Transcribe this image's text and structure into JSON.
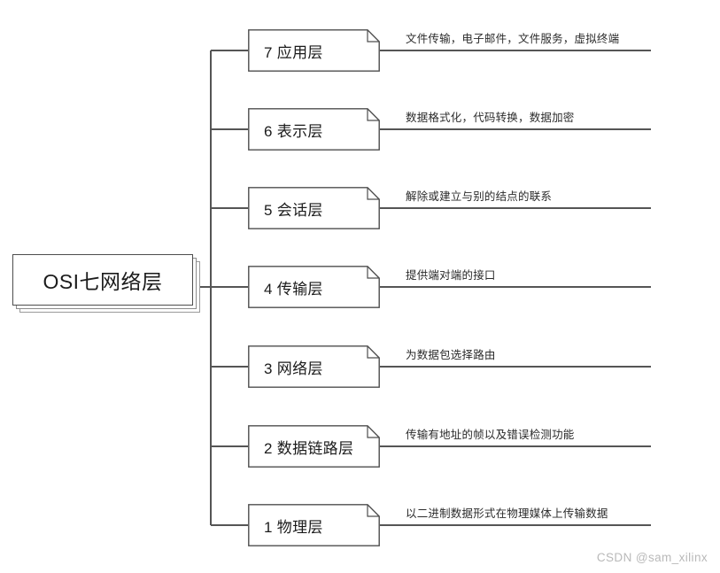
{
  "diagram": {
    "type": "mind-map",
    "root": {
      "label": "OSI七网络层"
    },
    "layers": [
      {
        "number": "7",
        "name": "应用层",
        "title": "7 应用层",
        "description": "文件传输，电子邮件，文件服务，虚拟终端"
      },
      {
        "number": "6",
        "name": "表示层",
        "title": "6 表示层",
        "description": "数据格式化，代码转换，数据加密"
      },
      {
        "number": "5",
        "name": "会话层",
        "title": "5 会话层",
        "description": "解除或建立与别的结点的联系"
      },
      {
        "number": "4",
        "name": "传输层",
        "title": "4 传输层",
        "description": "提供端对端的接口"
      },
      {
        "number": "3",
        "name": "网络层",
        "title": "3 网络层",
        "description": "为数据包选择路由"
      },
      {
        "number": "2",
        "name": "数据链路层",
        "title": "2 数据链路层",
        "description": "传输有地址的帧以及错误检测功能"
      },
      {
        "number": "1",
        "name": "物理层",
        "title": "1 物理层",
        "description": "以二进制数据形式在物理媒体上传输数据"
      }
    ]
  },
  "watermark": {
    "text": "CSDN @sam_xilinx"
  },
  "style": {
    "node_border": "#4d4d4d",
    "connector": "#555555",
    "background": "#ffffff",
    "watermark_color": "#b9b9b9"
  }
}
